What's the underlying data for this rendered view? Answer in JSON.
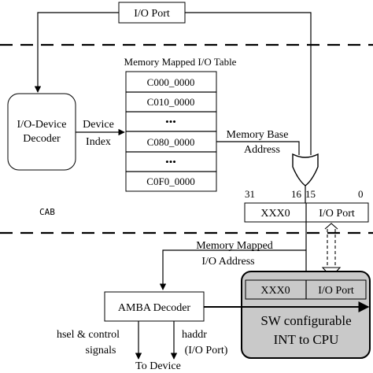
{
  "io_port": "I/O Port",
  "table": {
    "title": "Memory Mapped I/O Table",
    "rows": [
      "C000_0000",
      "C010_0000",
      "•••",
      "C080_0000",
      "•••",
      "C0F0_0000"
    ]
  },
  "decoder": {
    "line1": "I/O-Device",
    "line2": "Decoder"
  },
  "device_index": {
    "line1": "Device",
    "line2": "Index"
  },
  "memory_base": {
    "line1": "Memory Base",
    "line2": "Address"
  },
  "bits": {
    "b31": "31",
    "b16": "16",
    "b15": "15",
    "b0": "0"
  },
  "cab_label": "CAB",
  "register": {
    "high": "XXX0",
    "low": "I/O Port"
  },
  "mm_address": {
    "line1": "Memory Mapped",
    "line2": "I/O Address"
  },
  "amba_decoder": "AMBA Decoder",
  "sw_box": {
    "reg_high": "XXX0",
    "reg_low": "I/O Port",
    "line1": "SW configurable",
    "line2": "INT to CPU"
  },
  "hsel": {
    "line1": "hsel & control",
    "line2": "signals"
  },
  "haddr": {
    "line1": "haddr",
    "line2": "(I/O Port)"
  },
  "to_device": "To Device"
}
